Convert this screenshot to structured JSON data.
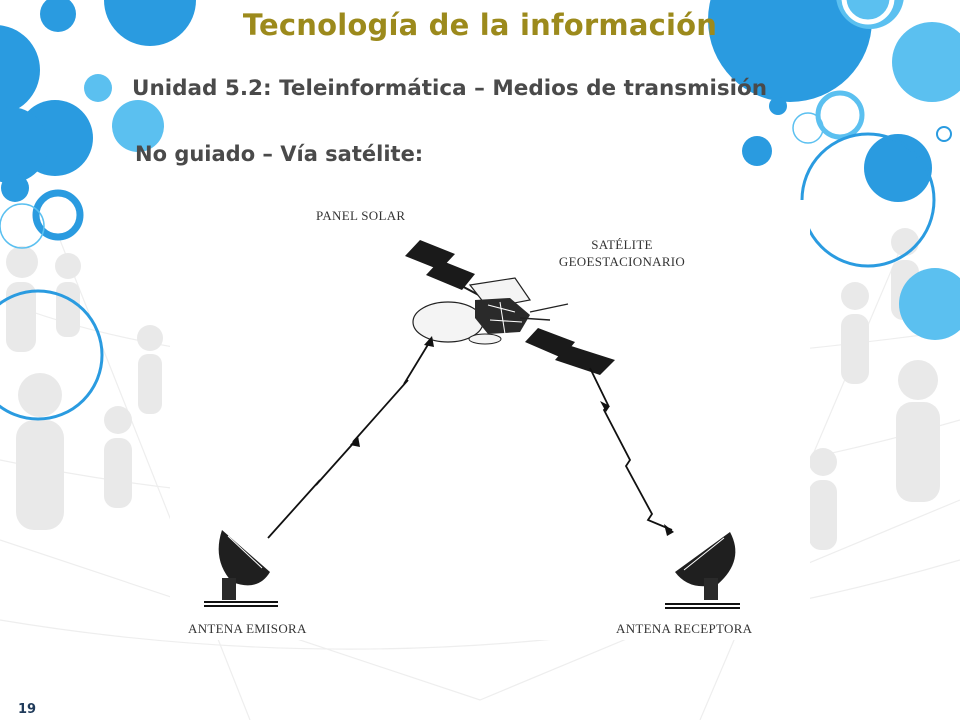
{
  "slide": {
    "title": "Tecnología de la información",
    "subtitle": "Unidad 5.2: Teleinformática – Medios de transmisión",
    "section_heading": "No guiado – Vía satélite:",
    "page_number": "19"
  },
  "diagram": {
    "labels": {
      "solar_panel": "PANEL SOLAR",
      "satellite_line1": "SATÉLITE",
      "satellite_line2": "GEOESTACIONARIO",
      "sender_antenna": "ANTENA EMISORA",
      "receiver_antenna": "ANTENA RECEPTORA"
    }
  },
  "colors": {
    "title": "#9c8a1c",
    "heading_text": "#4a4a4a",
    "bubble_blue": "#2a9be0",
    "bubble_light_blue": "#5bc0f0",
    "page_number": "#1f3a5a"
  }
}
